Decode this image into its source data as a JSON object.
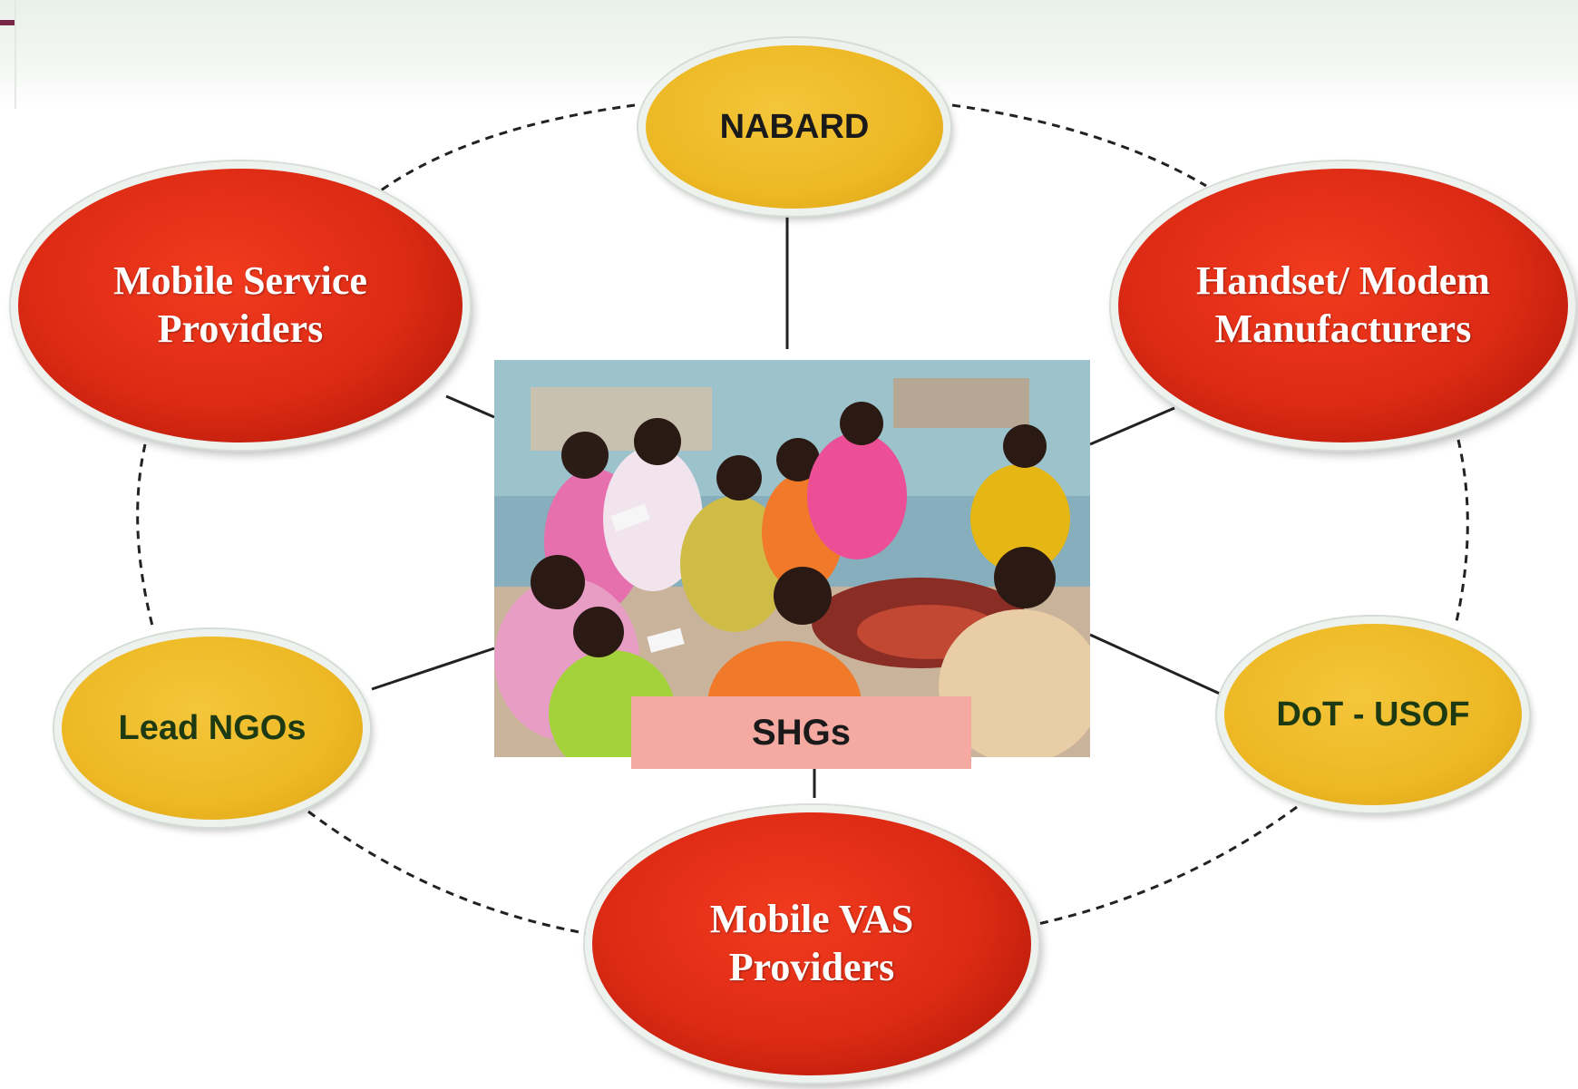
{
  "hub": {
    "label": "SHGs",
    "photo_icon": "photo-of-women-group-meeting"
  },
  "nodes": [
    {
      "id": "nabard",
      "label": "NABARD",
      "style": "gold",
      "text_color": "#1a1a1a"
    },
    {
      "id": "mobile-service-providers",
      "label": "Mobile Service\nProviders",
      "style": "red",
      "text_color": "#ffffff"
    },
    {
      "id": "handset-modem-manufacturers",
      "label": "Handset/ Modem\nManufacturers",
      "style": "red",
      "text_color": "#ffffff"
    },
    {
      "id": "lead-ngos",
      "label": "Lead NGOs",
      "style": "gold",
      "text_color": "#1d3a12"
    },
    {
      "id": "dot-usof",
      "label": "DoT - USOF",
      "style": "gold",
      "text_color": "#1d3a12"
    },
    {
      "id": "mobile-vas-providers",
      "label": "Mobile VAS\nProviders",
      "style": "red",
      "text_color": "#ffffff"
    }
  ],
  "colors": {
    "red_node": "#dc2a14",
    "gold_node": "#edb824",
    "hub_label_bg": "#f4a9a1",
    "connector": "#222222",
    "accent_mark": "#7a2648"
  }
}
